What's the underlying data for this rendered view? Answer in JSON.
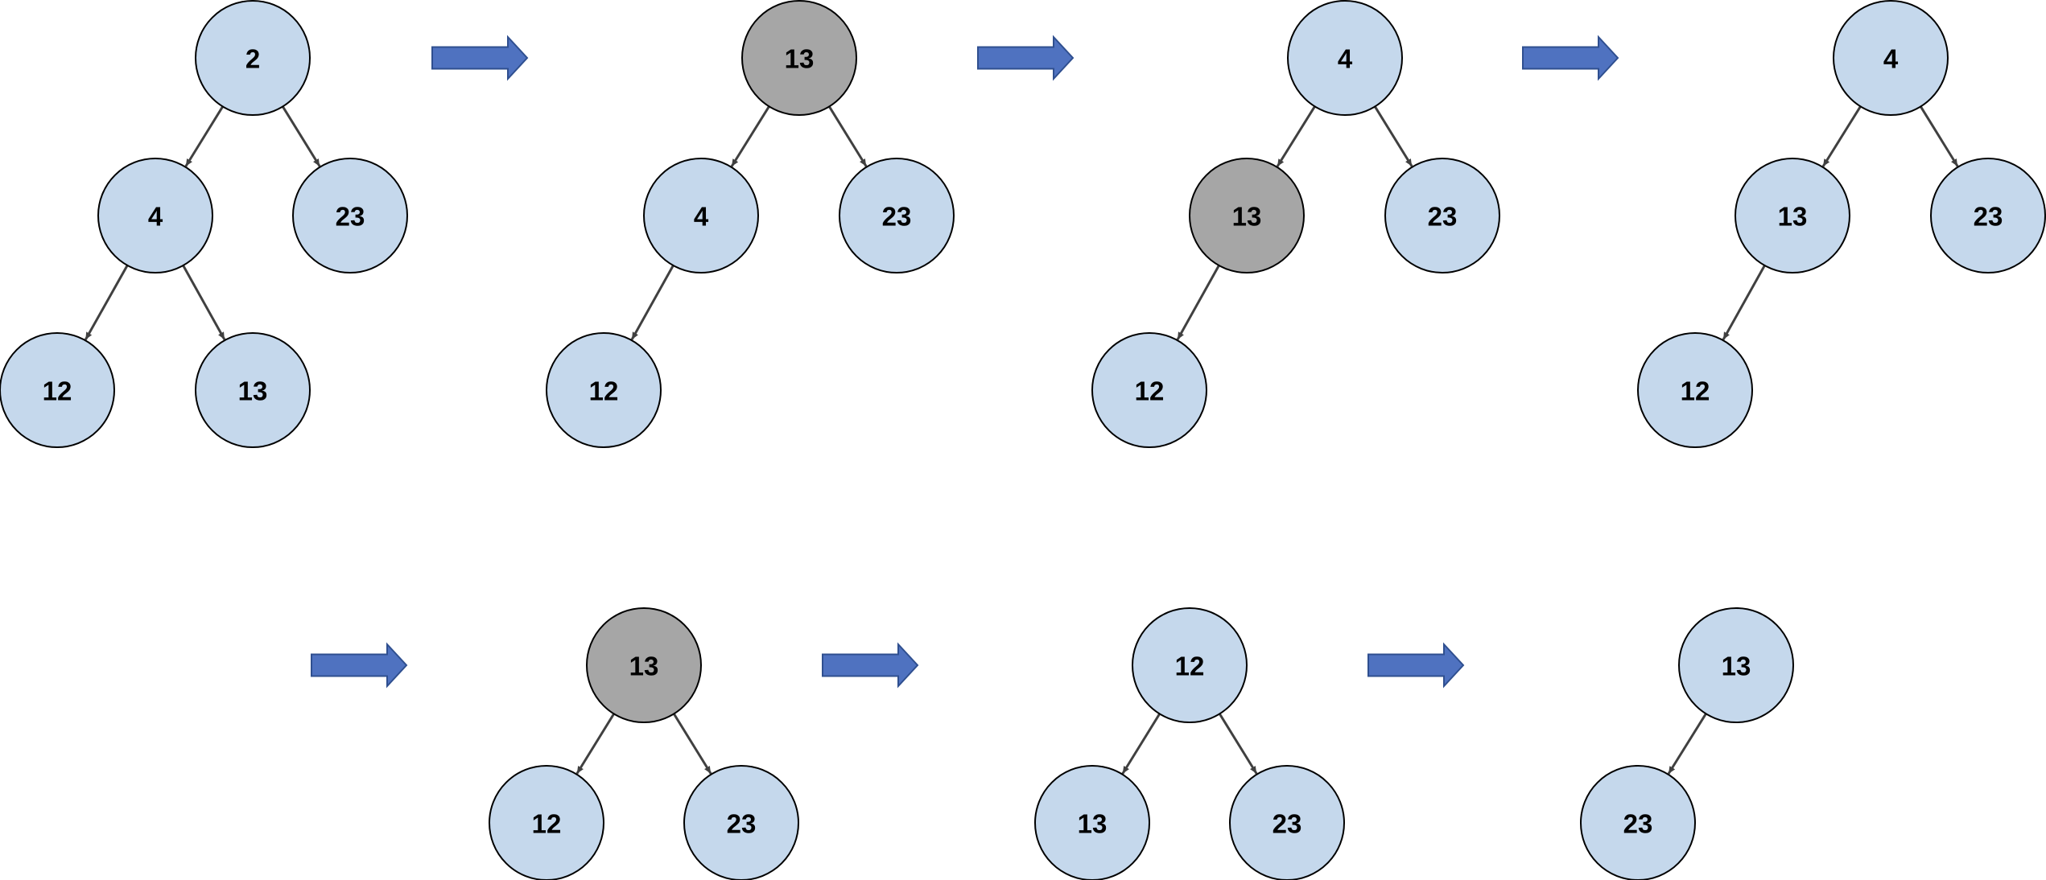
{
  "colors": {
    "node_fill": "#c5d8ec",
    "highlight_fill": "#a6a6a6",
    "node_stroke": "#000000",
    "edge": "#404040",
    "step_arrow_fill": "#4f72c0",
    "step_arrow_stroke": "#2f4f8f"
  },
  "trees": [
    {
      "nodes": [
        {
          "id": "a",
          "label": "2",
          "highlight": false
        },
        {
          "id": "b",
          "label": "4",
          "highlight": false
        },
        {
          "id": "c",
          "label": "23",
          "highlight": false
        },
        {
          "id": "d",
          "label": "12",
          "highlight": false
        },
        {
          "id": "e",
          "label": "13",
          "highlight": false
        }
      ],
      "edges": [
        [
          "a",
          "b"
        ],
        [
          "a",
          "c"
        ],
        [
          "b",
          "d"
        ],
        [
          "b",
          "e"
        ]
      ]
    },
    {
      "nodes": [
        {
          "id": "a",
          "label": "13",
          "highlight": true
        },
        {
          "id": "b",
          "label": "4",
          "highlight": false
        },
        {
          "id": "c",
          "label": "23",
          "highlight": false
        },
        {
          "id": "d",
          "label": "12",
          "highlight": false
        }
      ],
      "edges": [
        [
          "a",
          "b"
        ],
        [
          "a",
          "c"
        ],
        [
          "b",
          "d"
        ]
      ]
    },
    {
      "nodes": [
        {
          "id": "a",
          "label": "4",
          "highlight": false
        },
        {
          "id": "b",
          "label": "13",
          "highlight": true
        },
        {
          "id": "c",
          "label": "23",
          "highlight": false
        },
        {
          "id": "d",
          "label": "12",
          "highlight": false
        }
      ],
      "edges": [
        [
          "a",
          "b"
        ],
        [
          "a",
          "c"
        ],
        [
          "b",
          "d"
        ]
      ]
    },
    {
      "nodes": [
        {
          "id": "a",
          "label": "4",
          "highlight": false
        },
        {
          "id": "b",
          "label": "13",
          "highlight": false
        },
        {
          "id": "c",
          "label": "23",
          "highlight": false
        },
        {
          "id": "d",
          "label": "12",
          "highlight": false
        }
      ],
      "edges": [
        [
          "a",
          "b"
        ],
        [
          "a",
          "c"
        ],
        [
          "b",
          "d"
        ]
      ]
    },
    {
      "nodes": [
        {
          "id": "a",
          "label": "13",
          "highlight": true
        },
        {
          "id": "b",
          "label": "12",
          "highlight": false
        },
        {
          "id": "c",
          "label": "23",
          "highlight": false
        }
      ],
      "edges": [
        [
          "a",
          "b"
        ],
        [
          "a",
          "c"
        ]
      ]
    },
    {
      "nodes": [
        {
          "id": "a",
          "label": "12",
          "highlight": false
        },
        {
          "id": "b",
          "label": "13",
          "highlight": false
        },
        {
          "id": "c",
          "label": "23",
          "highlight": false
        }
      ],
      "edges": [
        [
          "a",
          "b"
        ],
        [
          "a",
          "c"
        ]
      ]
    },
    {
      "nodes": [
        {
          "id": "a",
          "label": "13",
          "highlight": false
        },
        {
          "id": "b",
          "label": "23",
          "highlight": false
        }
      ],
      "edges": [
        [
          "a",
          "b"
        ]
      ]
    }
  ]
}
